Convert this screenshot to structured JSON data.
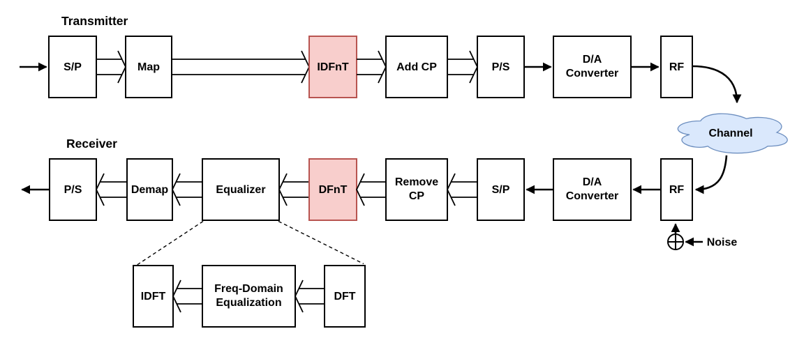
{
  "colors": {
    "block_fill": "#ffffff",
    "block_stroke": "#000000",
    "highlight_fill": "#f8cecc",
    "highlight_stroke": "#b85450",
    "channel_fill": "#dae8fc",
    "channel_stroke": "#6c8ebf",
    "line_color": "#000000",
    "text_color": "#000000"
  },
  "transmitter": {
    "title": "Transmitter",
    "blocks": {
      "sp": "S/P",
      "map": "Map",
      "idfnt": "IDFnT",
      "add_cp": "Add CP",
      "ps": "P/S",
      "da_line1": "D/A",
      "da_line2": "Converter",
      "rf": "RF"
    }
  },
  "channel": {
    "label": "Channel"
  },
  "receiver": {
    "title": "Receiver",
    "blocks": {
      "ps": "P/S",
      "demap": "Demap",
      "equalizer": "Equalizer",
      "dfnt": "DFnT",
      "remove_cp_line1": "Remove",
      "remove_cp_line2": "CP",
      "sp": "S/P",
      "da_line1": "D/A",
      "da_line2": "Converter",
      "rf": "RF"
    },
    "noise_label": "Noise"
  },
  "equalizer_detail": {
    "blocks": {
      "idft": "IDFT",
      "fde_line1": "Freq-Domain",
      "fde_line2": "Equalization",
      "dft": "DFT"
    }
  }
}
